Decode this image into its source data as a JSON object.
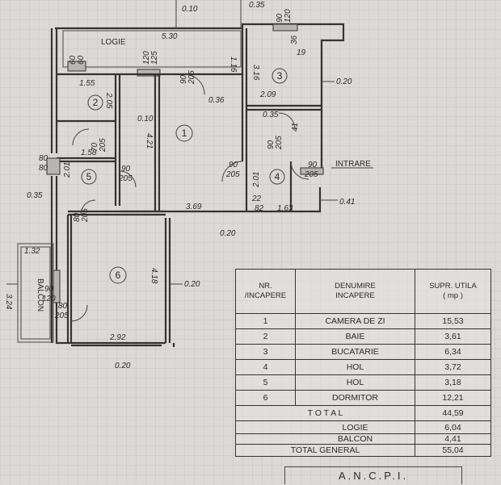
{
  "plan": {
    "rooms": [
      {
        "num": "1",
        "area_m2": 15.53
      },
      {
        "num": "2"
      },
      {
        "num": "3"
      },
      {
        "num": "4"
      },
      {
        "num": "5"
      },
      {
        "num": "6"
      }
    ],
    "labels": {
      "logie": "LOGIE",
      "balcon": "BALCON",
      "intrare": "INTRARE"
    },
    "dimensions": {
      "d010": "0.10",
      "d035top": "0.35",
      "d530": "5.30",
      "d116": "1.16",
      "d316": "3.16",
      "d019": "19",
      "d036": "36",
      "d020r": "0.20",
      "d155": "1.55",
      "d205a": "2.05",
      "d036b": "0.36",
      "d209": "2.09",
      "d010b": "0.10",
      "d035b": "0.35",
      "d041": "41",
      "d421": "4.21",
      "d158": "1.58",
      "d080a": "80",
      "d080b": "80",
      "d201a": "2.01",
      "d201b": "2.01",
      "d035l": "0.35",
      "d369": "3.69",
      "d022": "22",
      "d163": "1.63",
      "d041r": "0.41",
      "d020c": "0.20",
      "d132": "1.32",
      "d324": "3.24",
      "d418": "4.18",
      "d020m": "0.20",
      "d292": "2.92",
      "d020bot": "0.20",
      "d082": "82",
      "w_120_125": "120\n125",
      "w_90_205_a": "90\n205",
      "w_90_120_top": "90\n120",
      "w_60_60": "60\n60",
      "w_70_205": "70\n205",
      "w_90_205_b": "90\n205",
      "w_90_205_c": "90\n205",
      "w_90_205_d": "90\n205",
      "w_90_205_e": "90\n205",
      "w_80_205_6": "80\n205",
      "w_90_120_b": "90\n120",
      "w_80_205_b": "80\n205",
      "w_90_205_f": "90\n205"
    }
  },
  "table": {
    "header": {
      "nr": "NR.\n/INCAPERE",
      "name": "DENUMIRE\nINCAPERE",
      "area": "SUPR. UTILA\n( mp )"
    },
    "rows": [
      {
        "nr": "1",
        "name": "CAMERA DE ZI",
        "area": "15,53"
      },
      {
        "nr": "2",
        "name": "BAIE",
        "area": "3,61"
      },
      {
        "nr": "3",
        "name": "BUCATARIE",
        "area": "6,34"
      },
      {
        "nr": "4",
        "name": "HOL",
        "area": "3,72"
      },
      {
        "nr": "5",
        "name": "HOL",
        "area": "3,18"
      },
      {
        "nr": "6",
        "name": "DORMITOR",
        "area": "12,21"
      }
    ],
    "total": {
      "label": "T O T A L",
      "area": "44,59"
    },
    "extra": [
      {
        "name": "LOGIE",
        "area": "6,04"
      },
      {
        "name": "BALCON",
        "area": "4,41"
      }
    ],
    "grand_total": {
      "label": "TOTAL  GENERAL",
      "area": "55,04"
    }
  },
  "stamp": {
    "text": "A.N.C.P.I."
  }
}
